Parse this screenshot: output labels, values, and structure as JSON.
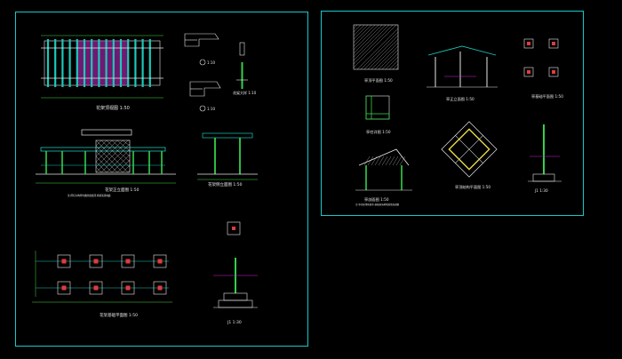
{
  "colors": {
    "background": "#000000",
    "frame": "#17c9c9",
    "line": "#e6e6e6",
    "timber": "#19c9b8",
    "magenta": "#d02bd0",
    "green": "#33d04a",
    "yellow": "#e8d84a",
    "red": "#e13b3b",
    "dim": "#4ad64a"
  },
  "sheet1": {
    "roof_plan_title": "花架顶视图 1:50",
    "detail_a_label": "①",
    "detail_a_scale": "1:10",
    "detail_b_label": "②",
    "detail_b_scale": "1:10",
    "side_detail_title": "花架大样 1:10",
    "front_elev_title": "花架正立面图 1:50",
    "front_elev_note": "注:所有木构件均做防腐处理,外刷清漆两遍",
    "side_elev_title": "花架侧立面图 1:50",
    "foundation_title": "花架基础平面图 1:50",
    "footing_title": "J1 1:30"
  },
  "sheet2": {
    "pav_roof_title": "亭顶平面图 1:50",
    "pav_front_title": "亭正立面图 1:50",
    "pav_base_title": "亭基础平面图 1:50",
    "pav_detail_title": "亭柱详图 1:50",
    "pav_section_title": "亭剖面图 1:50",
    "pav_section_note": "注:亭顶采用防腐木,基础按当地地质情况调整",
    "pav_frame_title": "亭顶结构平面图 1:50",
    "pav_footing_title": "J1 1:30"
  }
}
